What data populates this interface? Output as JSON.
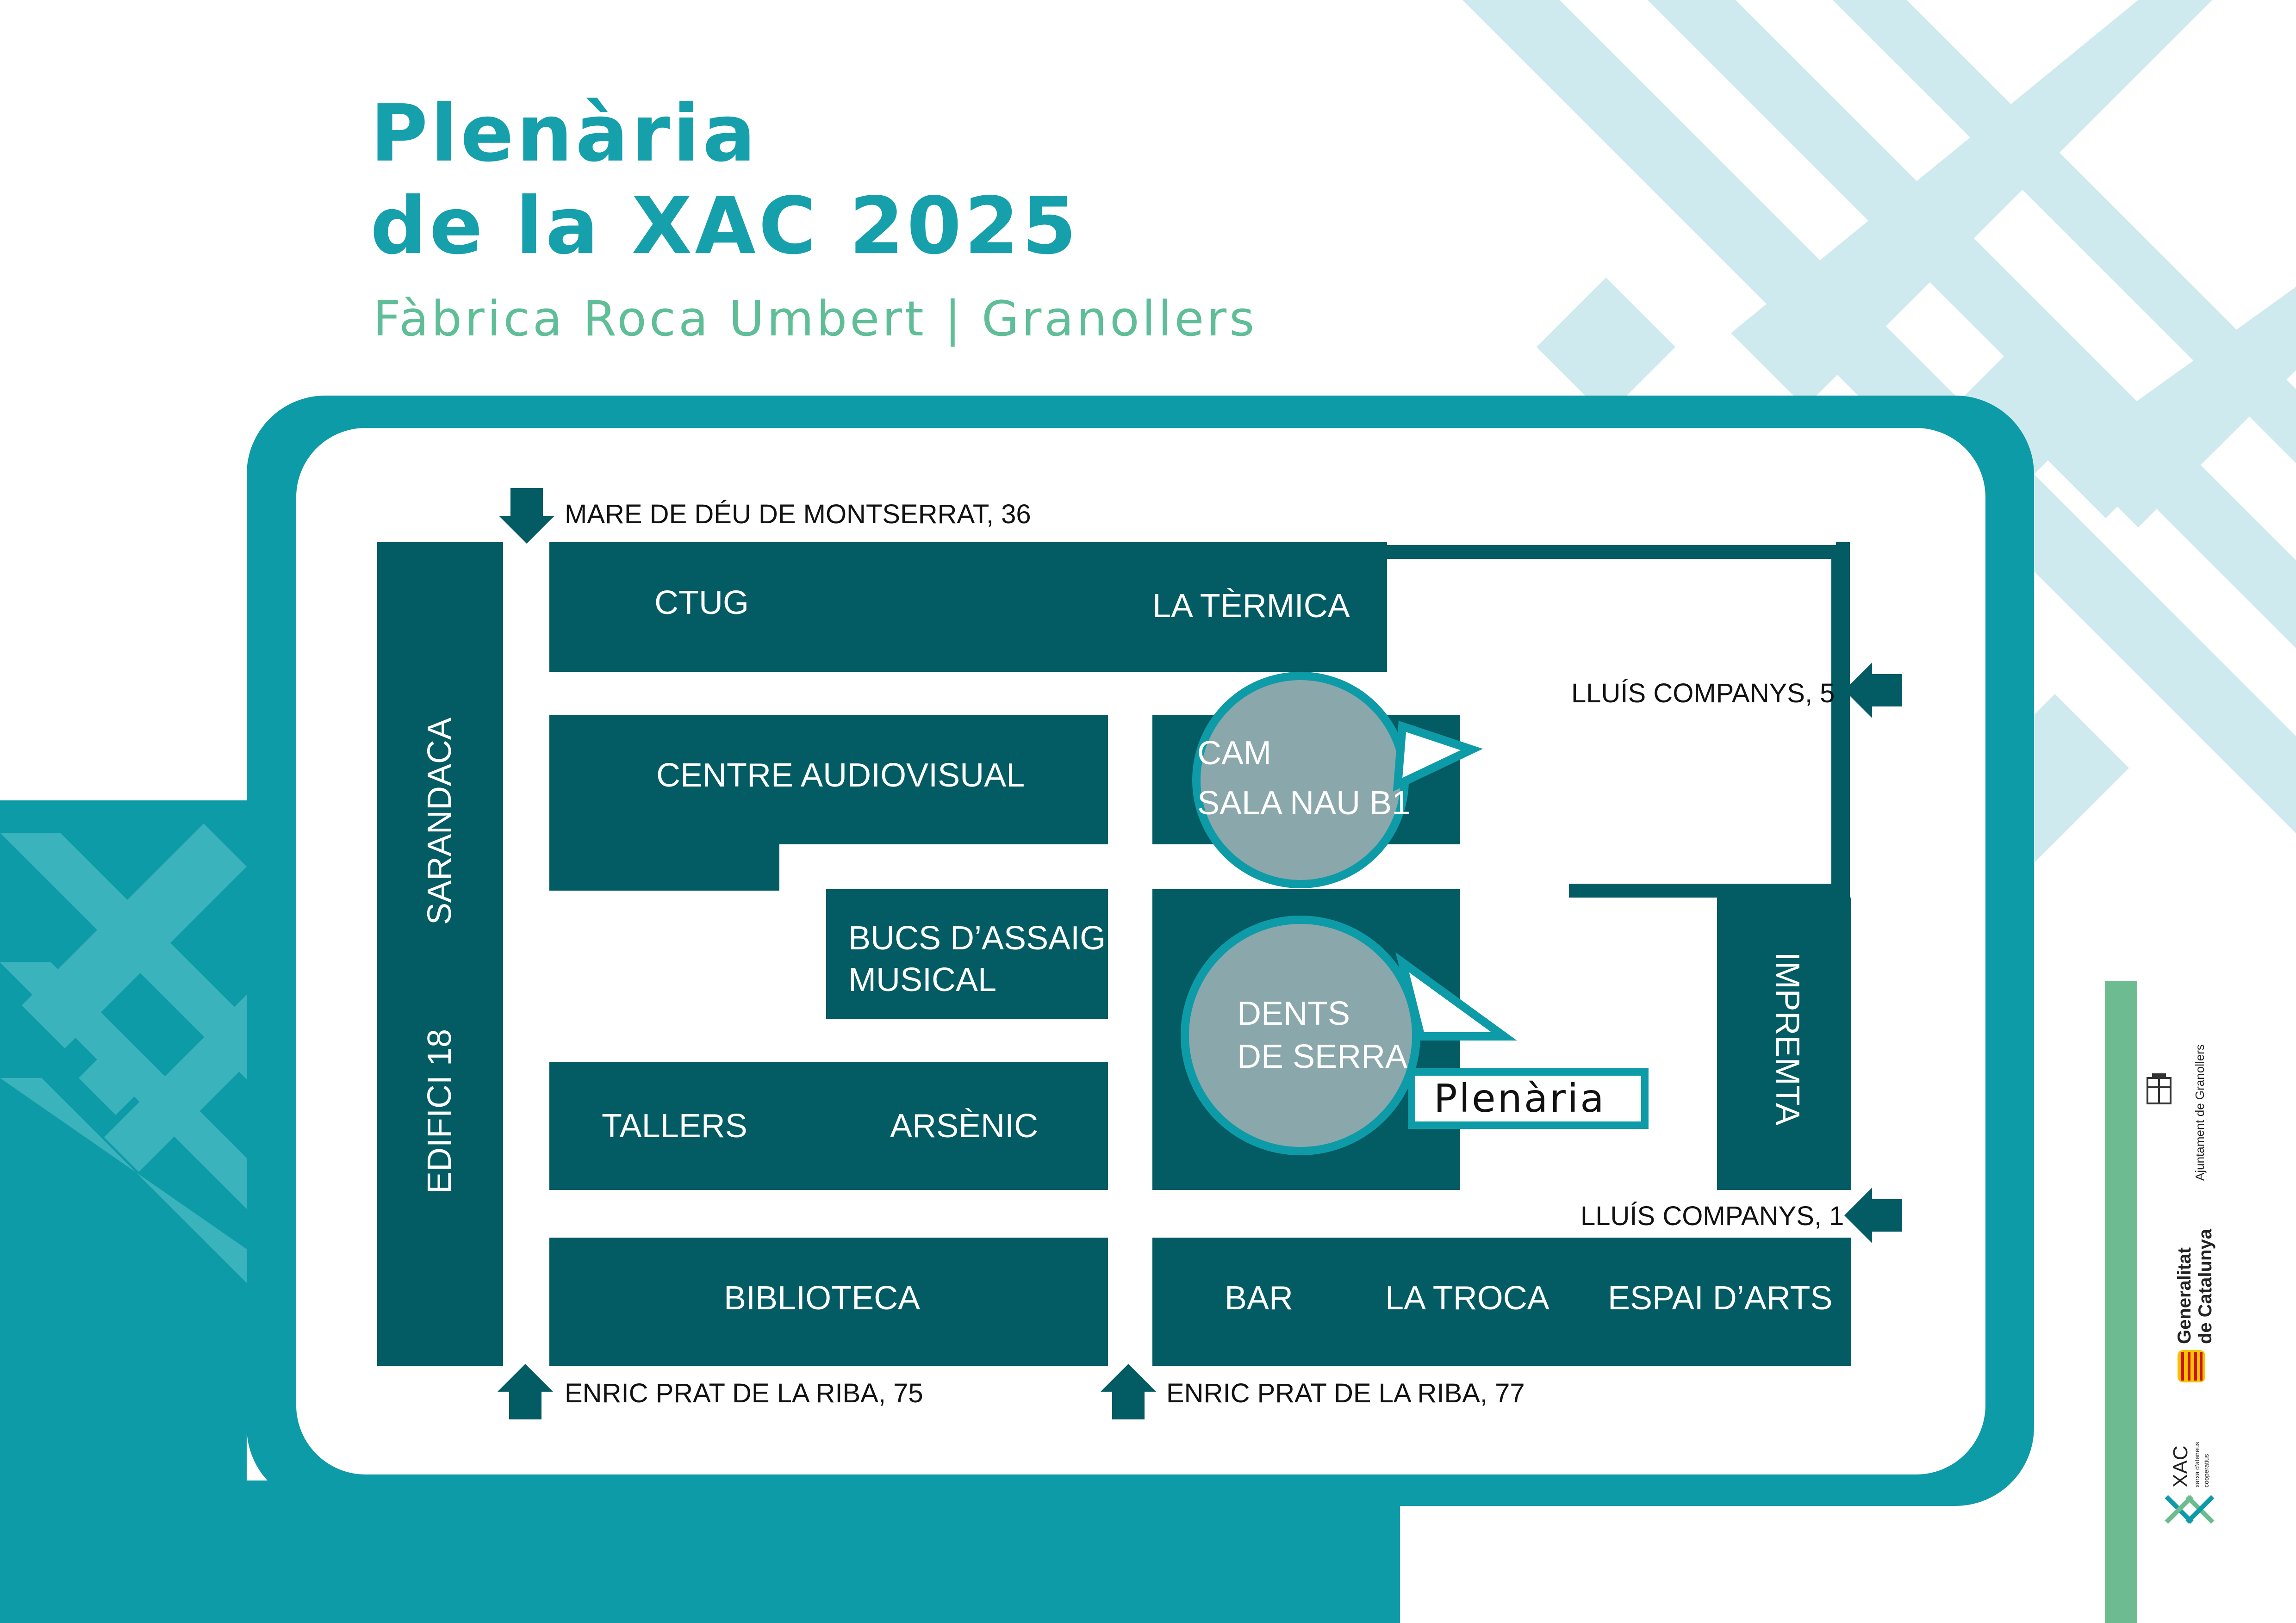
{
  "header": {
    "title_line1": "Plenària",
    "title_line2": "de la XAC 2025",
    "subtitle": "Fàbrica Roca Umbert | Granollers"
  },
  "colors": {
    "teal": "#0e9ba8",
    "dark_teal": "#035b63",
    "title_teal": "#16a0ac",
    "subtitle_green": "#5fbe98",
    "highlight_circle": "#8aa8ab",
    "pale_pattern": "#cfeaee",
    "logo_bar_green": "#6dbb90"
  },
  "map": {
    "buildings": {
      "ctug": "CTUG",
      "la_termica": "LA TÈRMICA",
      "centre_audiovisual": "CENTRE AUDIOVISUAL",
      "cam_line1": "CAM",
      "cam_line2": "SALA NAU B1",
      "bucs_line1": "BUCS D’ASSAIG",
      "bucs_line2": "MUSICAL",
      "dents_line1": "DENTS",
      "dents_line2": "DE SERRA",
      "tallers": "TALLERS",
      "arsenic": "ARSÈNIC",
      "biblioteca": "BIBLIOTECA",
      "bar": "BAR",
      "la_troca": "LA TROCA",
      "espai_arts": "ESPAI D’ARTS",
      "sarandaca": "SARANDACA",
      "edifici18": "EDIFICI 18",
      "impremta": "IMPREMTA"
    },
    "entrances": {
      "mare_de_deu": "MARE DE DÉU DE MONTSERRAT, 36",
      "lluis_5": "LLUÍS COMPANYS, 5",
      "lluis_1": "LLUÍS COMPANYS, 1",
      "enric_75": "ENRIC PRAT DE LA RIBA, 75",
      "enric_77": "ENRIC PRAT DE LA RIBA, 77"
    },
    "plenaria_label": "Plenària"
  },
  "logos": {
    "ajuntament": "Ajuntament de Granollers",
    "generalitat_line1": "Generalitat",
    "generalitat_line2": "de Catalunya",
    "xac_name": "XAC",
    "xac_sub1": "xarxa d'ateneus",
    "xac_sub2": "cooperatius"
  }
}
